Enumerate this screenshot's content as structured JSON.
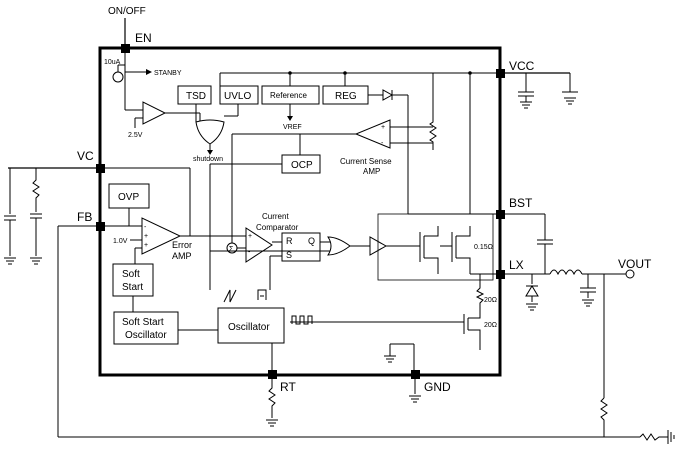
{
  "pins": {
    "en": "EN",
    "vcc": "VCC",
    "vc": "VC",
    "fb": "FB",
    "bst": "BST",
    "lx": "LX",
    "rt": "RT",
    "gnd": "GND",
    "on_off": "ON/OFF",
    "vout": "VOUT"
  },
  "blocks": {
    "tsd": "TSD",
    "uvlo": "UVLO",
    "reference": "Reference",
    "reg": "REG",
    "ocp": "OCP",
    "ovp": "OVP",
    "soft_start_1": "Soft",
    "soft_start_2": "Start",
    "soft_start_osc_1": "Soft Start",
    "soft_start_osc_2": "Oscillator",
    "oscillator": "Oscillator",
    "latch_r": "R",
    "latch_s": "S",
    "latch_q": "Q"
  },
  "labels": {
    "current_10ua": "10uA",
    "standby": "STANBY",
    "v25": "2.5V",
    "shutdown": "shutdown",
    "vref": "VREF",
    "current_sense_1": "Current Sense",
    "current_sense_2": "AMP",
    "current_comp_1": "Current",
    "current_comp_2": "Comparator",
    "error_amp_1": "Error",
    "error_amp_2": "AMP",
    "v10": "1.0V",
    "r_015": "0.15Ω",
    "r_20a": "20Ω",
    "r_20b": "20Ω",
    "sigma": "Σ"
  }
}
